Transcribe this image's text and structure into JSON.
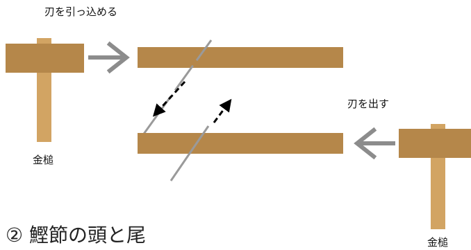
{
  "labels": {
    "retract": "刃を引っ込める",
    "extend": "刃を出す",
    "hammer_left": "金槌",
    "hammer_right": "金槌"
  },
  "caption": "② 鰹節の頭と尾",
  "colors": {
    "board": "#B5874A",
    "hammer_handle": "#D2A463",
    "hammer_head": "#B5874A",
    "push_arrow": "#8C8C8C",
    "blade": "#9A9A9A",
    "motion_arrow": "#000000"
  }
}
